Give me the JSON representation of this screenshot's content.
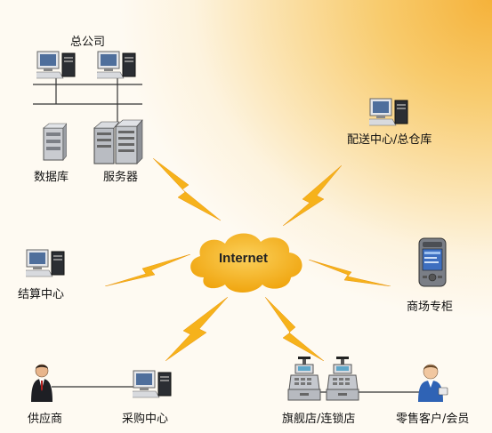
{
  "labels": {
    "hq": "总公司",
    "database": "数据库",
    "server": "服务器",
    "distribution": "配送中心/总仓库",
    "internet": "Internet",
    "settlement": "结算中心",
    "counter": "商场专柜",
    "supplier": "供应商",
    "purchase": "采购中心",
    "stores": "旗舰店/连锁店",
    "customer": "零售客户/会员"
  },
  "colors": {
    "cloud": "#f5b41e",
    "bolt": "#f6b21b",
    "line": "#222222"
  },
  "icons": [
    "desktop-computer-icon",
    "server-icon",
    "database-icon",
    "pda-phone-icon",
    "businessman-icon",
    "customer-icon",
    "cash-register-icon",
    "lightning-icon",
    "cloud-icon"
  ]
}
